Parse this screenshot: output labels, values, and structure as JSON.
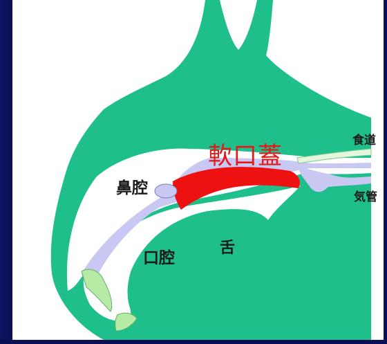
{
  "labels": {
    "nasal_cavity": "鼻腔",
    "oral_cavity": "口腔",
    "tongue": "舌",
    "soft_palate": "軟口蓋",
    "esophagus": "食道",
    "trachea": "気管"
  },
  "colors": {
    "background": "#0a0f52",
    "tissue": "#1fbf8c",
    "cavity": "#ffffff",
    "mucosa": "#c9c8f2",
    "soft_palate": "#ee1111",
    "teeth": "#b7eba5",
    "soft_palate_label": "#e11a1a"
  }
}
